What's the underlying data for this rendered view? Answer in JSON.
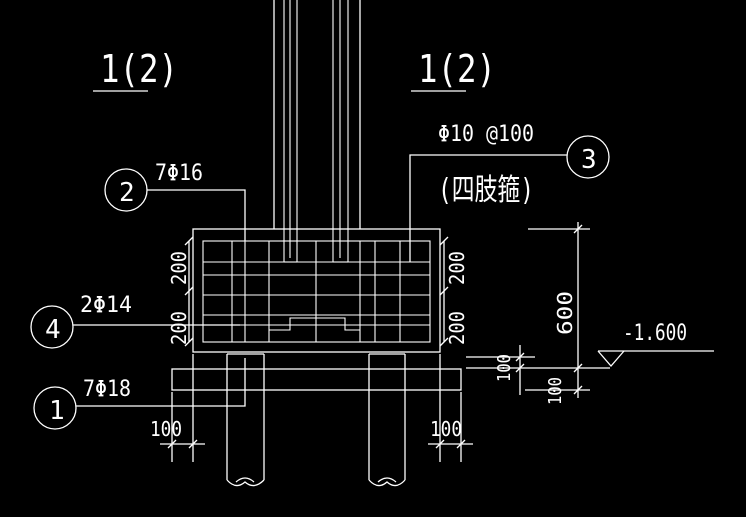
{
  "section_marks": [
    "1(2)",
    "1(2)"
  ],
  "callouts": {
    "c1": {
      "number": "1",
      "text": "7Φ18"
    },
    "c2": {
      "number": "2",
      "text": "7Φ16"
    },
    "c3": {
      "number": "3",
      "text": "Φ10 @100",
      "subtext": "(四肢箍)"
    },
    "c4": {
      "number": "4",
      "text": "2Φ14"
    }
  },
  "dimensions": {
    "d200_upper": "200",
    "d200_lower": "200",
    "d200_upper_right": "200",
    "d200_lower_right": "200",
    "d100_left": "100",
    "d100_right": "100",
    "d100_mid": "100",
    "d100_bottom": "100",
    "d600": "600"
  },
  "elevation": "-1.600",
  "colors": {
    "background": "#000000",
    "lines": "#ffffff"
  }
}
